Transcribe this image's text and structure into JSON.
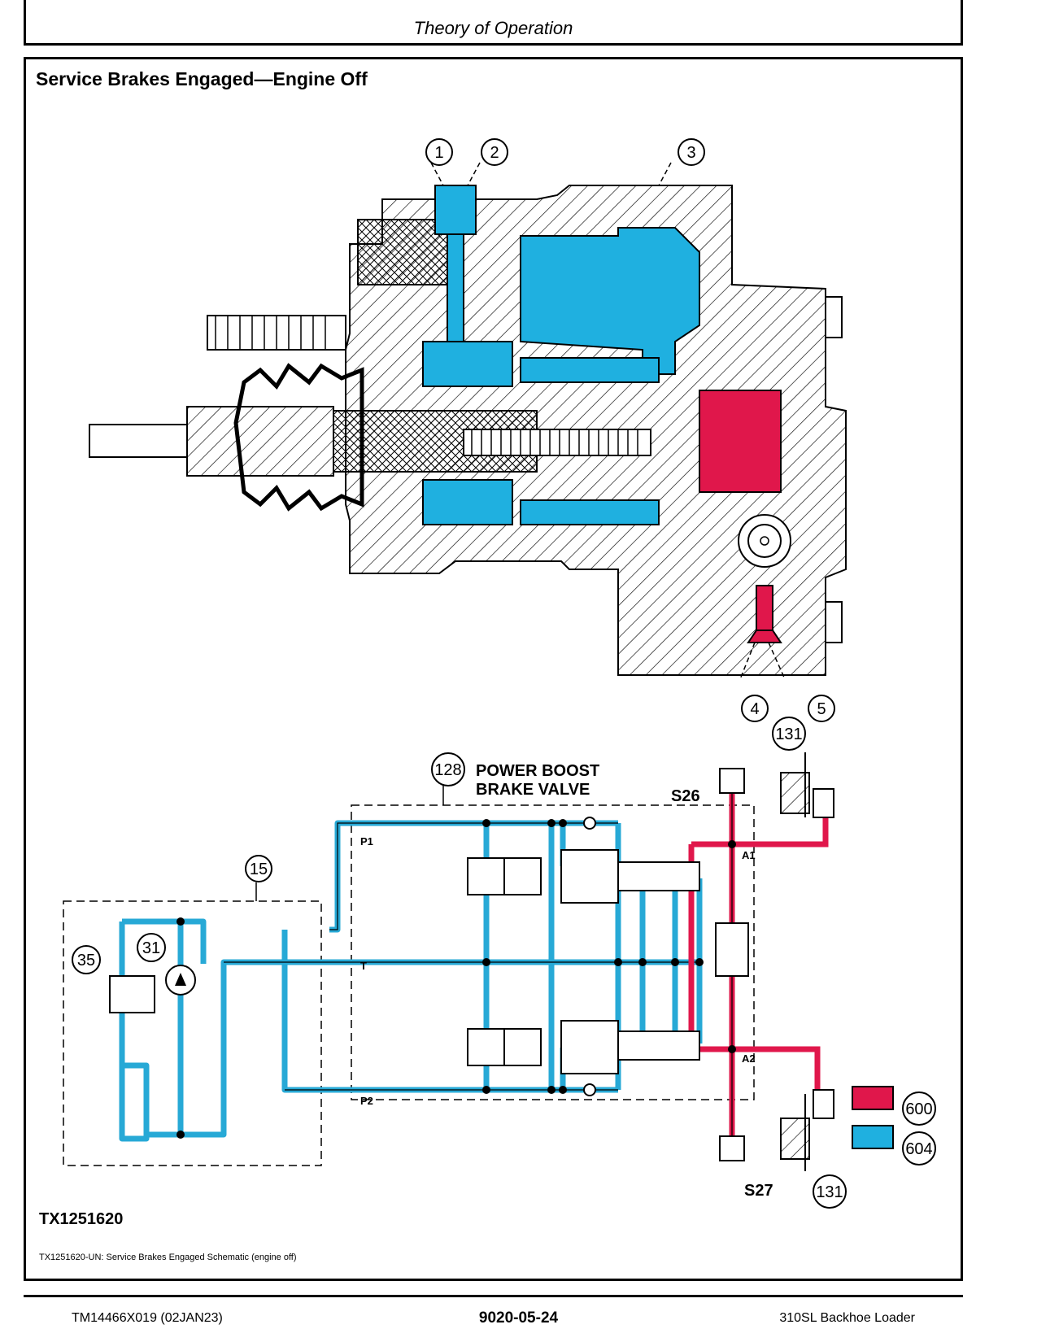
{
  "header": {
    "title": "Theory of Operation"
  },
  "section": {
    "title": "Service Brakes Engaged—Engine Off"
  },
  "callouts": {
    "c1": "1",
    "c2": "2",
    "c3": "3",
    "c4": "4",
    "c5": "5",
    "c15": "15",
    "c31": "31",
    "c35": "35",
    "c128": "128",
    "c131_top": "131",
    "c131_bottom": "131",
    "c600": "600",
    "c604": "604"
  },
  "schematic": {
    "valve_name_line1": "POWER BOOST",
    "valve_name_line2": "BRAKE VALVE",
    "s26": "S26",
    "s27": "S27",
    "p1": "P1",
    "p2": "P2",
    "t": "T",
    "a1": "A1",
    "a2": "A2"
  },
  "legend": {
    "items": [
      {
        "code": "600",
        "color": "#e0174b"
      },
      {
        "code": "604",
        "color": "#1fb0e0"
      }
    ]
  },
  "colors": {
    "pressure_red": "#e0174b",
    "oil_blue": "#1fb0e0",
    "oil_blue_line": "#27a9d6"
  },
  "figure": {
    "id": "TX1251620",
    "caption": "TX1251620-UN: Service Brakes Engaged Schematic (engine off)"
  },
  "footer": {
    "left": "TM14466X019 (02JAN23)",
    "center": "9020-05-24",
    "right": "310SL Backhoe Loader"
  }
}
